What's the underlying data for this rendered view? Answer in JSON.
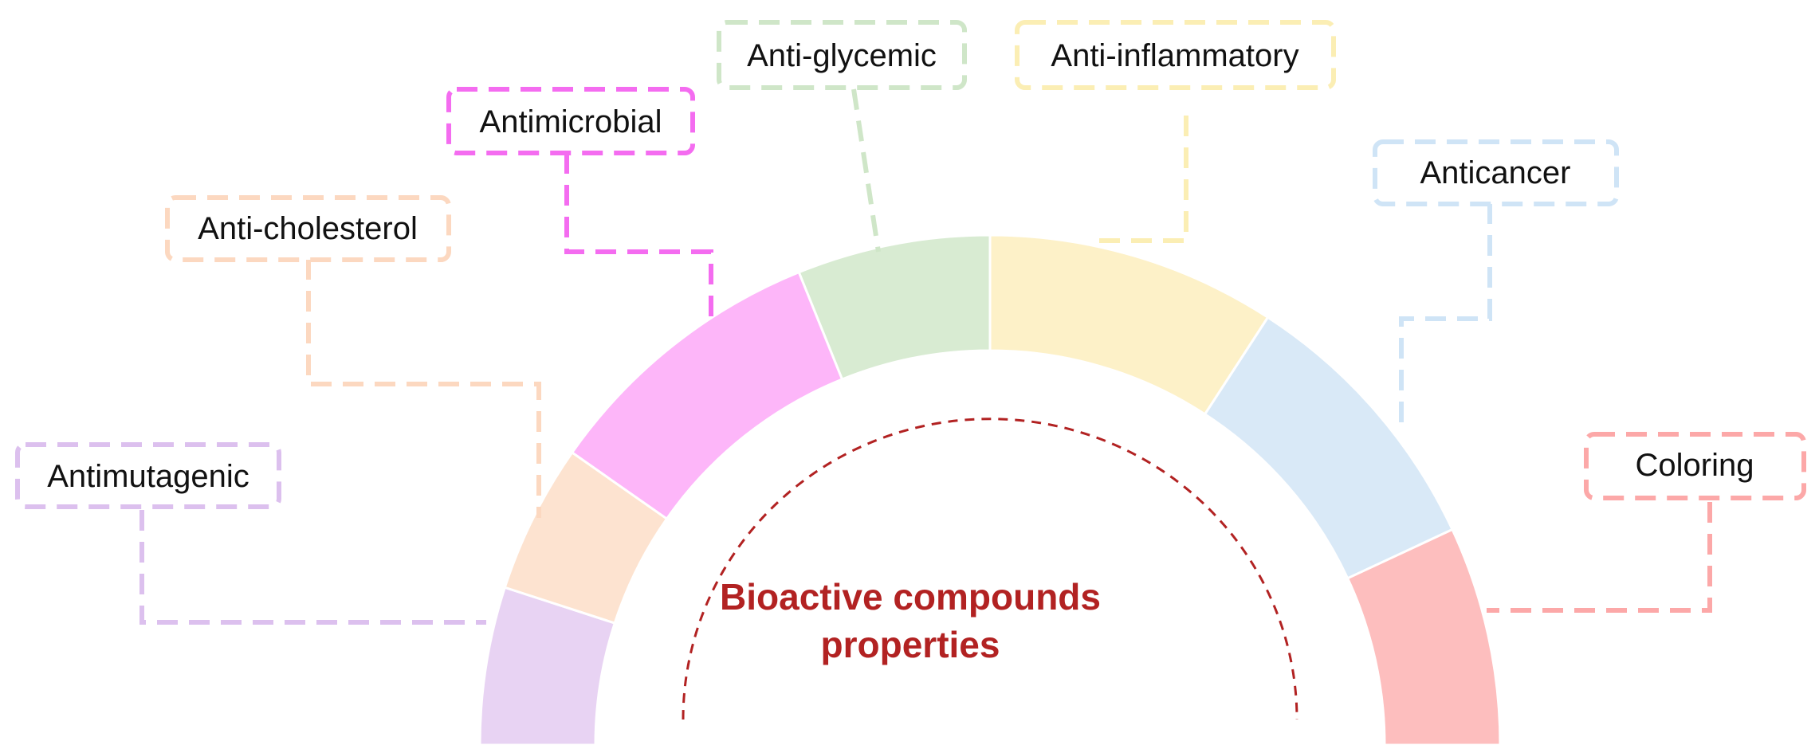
{
  "center": {
    "line1": "Bioactive compounds",
    "line2": "properties",
    "color": "#b22222"
  },
  "segments": [
    {
      "id": "antimutagenic",
      "label": "Antimutagenic",
      "color": "#e8d3f3",
      "border": "#dcc0ee",
      "from_deg": 180,
      "to_deg": 162
    },
    {
      "id": "anti-cholesterol",
      "label": "Anti-cholesterol",
      "color": "#fde3d0",
      "border": "#fcd8c0",
      "from_deg": 162,
      "to_deg": 145
    },
    {
      "id": "antimicrobial",
      "label": "Antimicrobial",
      "color": "#fdb6f9",
      "border": "#f46cf0",
      "from_deg": 145,
      "to_deg": 112
    },
    {
      "id": "anti-glycemic",
      "label": "Anti-glycemic",
      "color": "#d8ebd2",
      "border": "#cfe6c8",
      "from_deg": 112,
      "to_deg": 90
    },
    {
      "id": "anti-inflammatory",
      "label": "Anti-inflammatory",
      "color": "#fdf1c8",
      "border": "#fbeeb4",
      "from_deg": 90,
      "to_deg": 57
    },
    {
      "id": "anticancer",
      "label": "Anticancer",
      "color": "#d9e9f7",
      "border": "#cfe4f6",
      "from_deg": 57,
      "to_deg": 25
    },
    {
      "id": "coloring",
      "label": "Coloring",
      "color": "#fdbebe",
      "border": "#fca8a8",
      "from_deg": 25,
      "to_deg": 0
    }
  ]
}
